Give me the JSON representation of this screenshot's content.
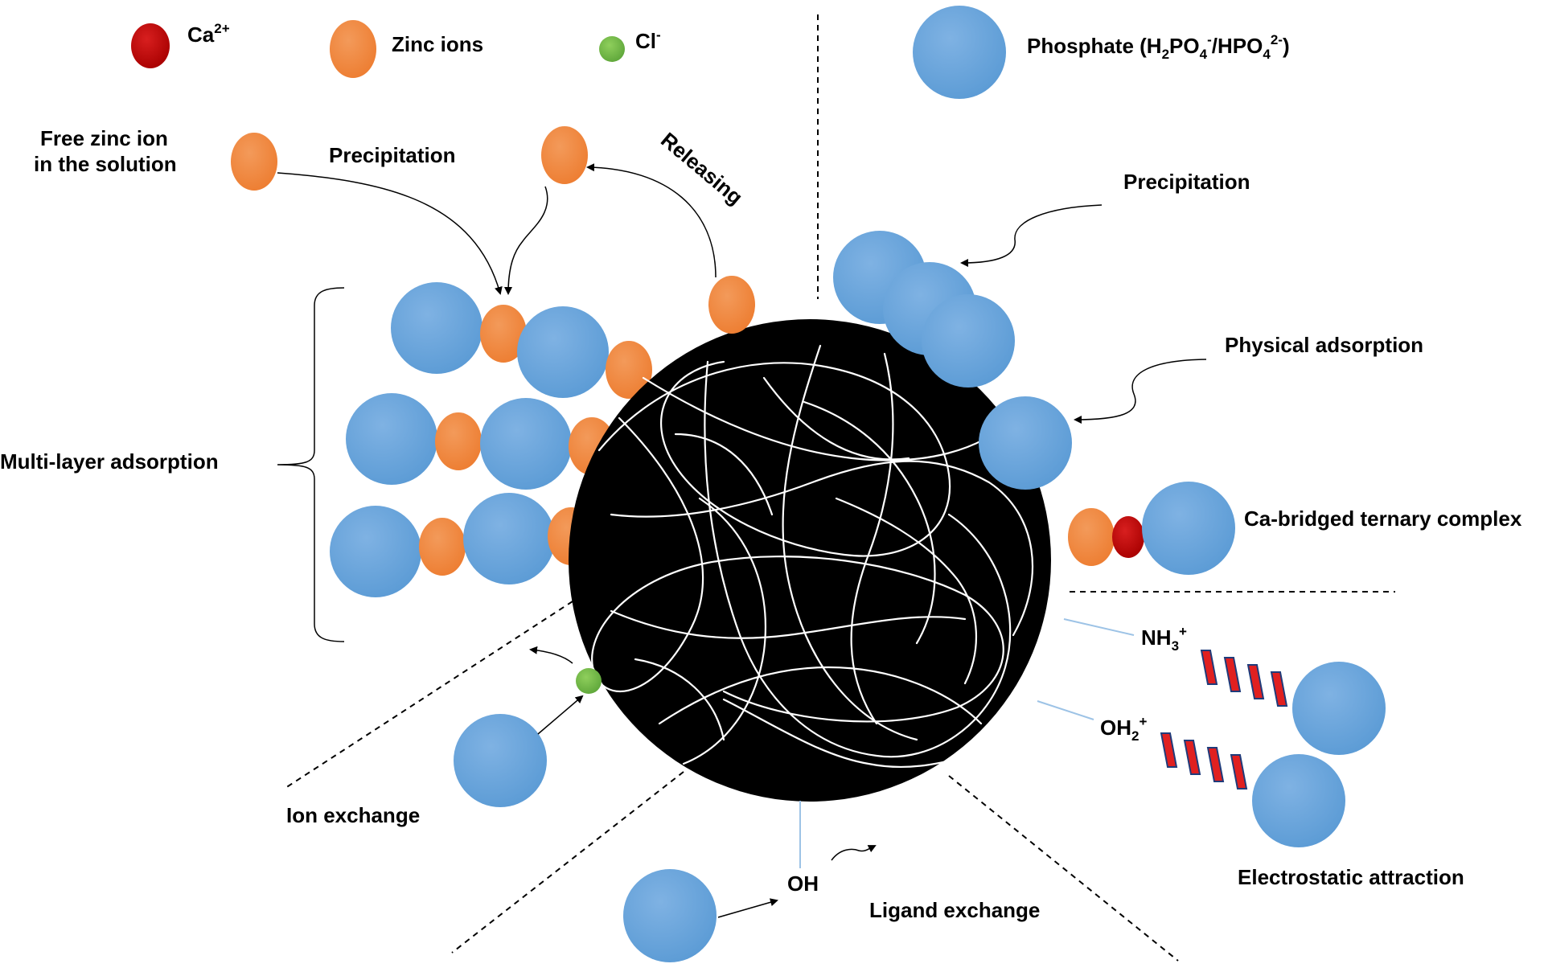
{
  "legend": {
    "calcium": "Ca",
    "calcium_charge": "2+",
    "zinc": "Zinc ions",
    "chloride": "Cl",
    "chloride_charge": "-",
    "phosphate_prefix": "Phosphate (H",
    "phosphate_sub1": "2",
    "phosphate_mid1": "PO",
    "phosphate_sub2": "4",
    "phosphate_sup1": "-",
    "phosphate_mid2": "/HPO",
    "phosphate_sub3": "4",
    "phosphate_sup2": "2-",
    "phosphate_suffix": ")"
  },
  "labels": {
    "free_zinc_line1": "Free zinc ion",
    "free_zinc_line2": "in the solution",
    "precipitation_left": "Precipitation",
    "releasing": "Releasing",
    "precipitation_right": "Precipitation",
    "physical_adsorption": "Physical adsorption",
    "multi_layer": "Multi-layer adsorption",
    "ca_bridged": "Ca-bridged ternary complex",
    "nh3": "NH",
    "nh3_sub": "3",
    "nh3_sup": "+",
    "oh2": "OH",
    "oh2_sub": "2",
    "oh2_sup": "+",
    "ion_exchange": "Ion exchange",
    "oh": "OH",
    "ligand_exchange": "Ligand exchange",
    "electrostatic": "Electrostatic attraction"
  },
  "colors": {
    "phosphate": "#5B9BD5",
    "zinc": "#ED7D31",
    "calcium": "#C00000",
    "chloride": "#70AD47",
    "adsorbent": "#000000",
    "fiber": "#ffffff",
    "electrostatic_bar": "#E02020",
    "bond_line": "#9DC3E6"
  },
  "icons": {
    "adsorbent": "black-sphere-icon",
    "phosphate": "blue-circle-icon",
    "zinc": "orange-ellipse-icon",
    "calcium": "red-ellipse-icon",
    "chloride": "green-dot-icon"
  }
}
